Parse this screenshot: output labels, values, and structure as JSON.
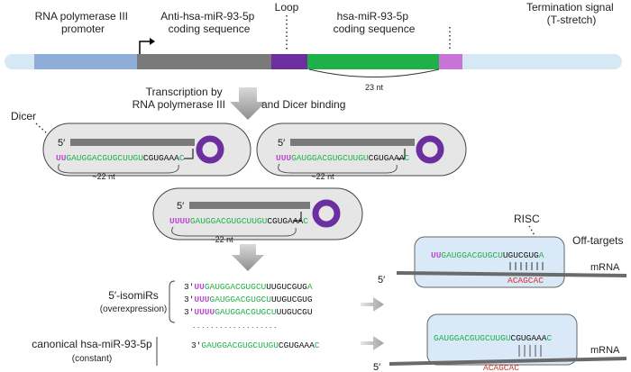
{
  "construct": {
    "pol3_promoter": "RNA polymerase III\npromoter",
    "anti_coding": "Anti-hsa-miR-93-5p\ncoding sequence",
    "loop": "Loop",
    "mir_coding": "hsa-miR-93-5p\ncoding sequence",
    "termination": "Termination signal\n(T-stretch)",
    "nt23": "23 nt",
    "colors": {
      "bar": "#d6e8f4",
      "promoter": "#8fadd6",
      "anti": "#7a7a7a",
      "loop": "#6b2fa0",
      "mir": "#1fb04a",
      "termination": "#c873d8"
    }
  },
  "steps": {
    "transcription_l1": "Transcription by",
    "transcription_l2": "RNA polymerase III",
    "dicer_binding": "and Dicer binding",
    "dicer": "Dicer"
  },
  "hairpins": [
    {
      "five": "5′",
      "purple": "UU",
      "green": "GAUGGACGUGCUUGU",
      "black": "CGUGAAA",
      "end": "C",
      "nt": "~22 nt"
    },
    {
      "five": "5′",
      "purple": "UUU",
      "green": "GAUGGACGUGCUUGU",
      "black": "CGUGAAA",
      "end": "C",
      "nt": "~22 nt"
    },
    {
      "five": "5′",
      "purple": "UUUU",
      "green": "GAUGGACGUGCUUGU",
      "black": "CGUGAAA",
      "end": "C",
      "nt": "~22 nt"
    }
  ],
  "isomirs": {
    "label": "5′-isomiRs",
    "sublabel": "(overexpression)",
    "rows": [
      {
        "prefix": "3′",
        "purple": "UU",
        "green": "GAUGGACGUGCU",
        "black": "UUGUCGUG",
        "end": "A"
      },
      {
        "prefix": "3′",
        "purple": "UUU",
        "green": "GAUGGACGUGCU",
        "black": "UUGUCGUG",
        "end": ""
      },
      {
        "prefix": "3′",
        "purple": "UUUU",
        "green": "GAUGGACGUGCU",
        "black": "UUGUCGU",
        "end": ""
      }
    ],
    "dots": ". . . . . . . . . . . . . . . . . . ."
  },
  "canonical": {
    "label": "canonical hsa-miR-93-5p",
    "sublabel": "(constant)",
    "prefix": "3′",
    "green": "GAUGGACGUGCUUGU",
    "black": "CGUGAAA",
    "end": "C"
  },
  "targets": {
    "risc": "RISC",
    "off_targets": "Off-targets",
    "mrna": "mRNA",
    "five": "5′",
    "top": {
      "purple": "UU",
      "green": "GAUGGACGUGCU",
      "black": "UGUCGUG",
      "end": "A",
      "seed": "ACAGCAC"
    },
    "bottom": {
      "green": "GAUGGACGUGCUUGU",
      "black": "CGUGAAA",
      "end": "C",
      "seed": "ACAGCAC"
    }
  }
}
